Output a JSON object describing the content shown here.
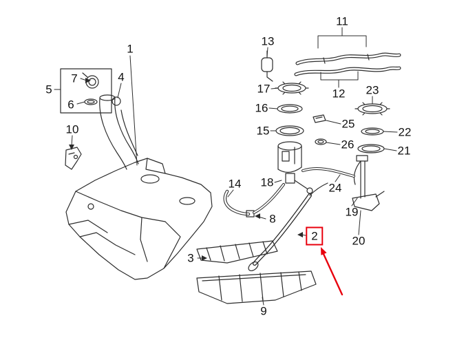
{
  "diagram": {
    "kind": "exploded-parts-diagram",
    "subject": "fuel tank and fuel pump assembly",
    "colors": {
      "background": "#ffffff",
      "line": "#2b2b2b",
      "label_text": "#111111",
      "highlight": "#e8000d"
    },
    "highlighted_part": "2",
    "labels": [
      {
        "text": "1"
      },
      {
        "text": "2",
        "highlighted": true
      },
      {
        "text": "3"
      },
      {
        "text": "4"
      },
      {
        "text": "5"
      },
      {
        "text": "6"
      },
      {
        "text": "7"
      },
      {
        "text": "8"
      },
      {
        "text": "9"
      },
      {
        "text": "10"
      },
      {
        "text": "11"
      },
      {
        "text": "12"
      },
      {
        "text": "13"
      },
      {
        "text": "14"
      },
      {
        "text": "15"
      },
      {
        "text": "16"
      },
      {
        "text": "17"
      },
      {
        "text": "18"
      },
      {
        "text": "19"
      },
      {
        "text": "20"
      },
      {
        "text": "21"
      },
      {
        "text": "22"
      },
      {
        "text": "23"
      },
      {
        "text": "24"
      },
      {
        "text": "25"
      },
      {
        "text": "26"
      }
    ]
  }
}
